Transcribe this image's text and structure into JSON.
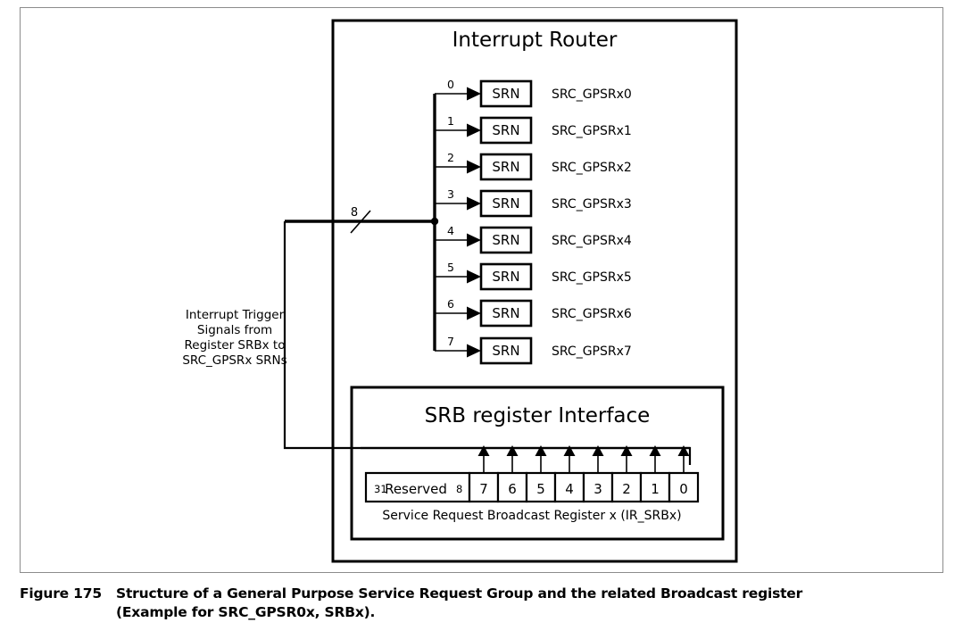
{
  "figure": {
    "caption_label": "Figure 175",
    "caption_line1": "Structure of a General Purpose Service Request Group and the related Broadcast register",
    "caption_line2": "(Example for SRC_GPSR0x, SRBx)."
  },
  "router": {
    "title": "Interrupt Router",
    "srn_box_label": "SRN",
    "bus_width_label": "8",
    "side_note_lines": [
      "Interrupt Trigger",
      "Signals from",
      "Register SRBx to",
      "SRC_GPSRx SRNs"
    ],
    "channels": [
      {
        "index": "0",
        "name": "SRC_GPSRx0"
      },
      {
        "index": "1",
        "name": "SRC_GPSRx1"
      },
      {
        "index": "2",
        "name": "SRC_GPSRx2"
      },
      {
        "index": "3",
        "name": "SRC_GPSRx3"
      },
      {
        "index": "4",
        "name": "SRC_GPSRx4"
      },
      {
        "index": "5",
        "name": "SRC_GPSRx5"
      },
      {
        "index": "6",
        "name": "SRC_GPSRx6"
      },
      {
        "index": "7",
        "name": "SRC_GPSRx7"
      }
    ]
  },
  "srb": {
    "title": "SRB register Interface",
    "register_caption": "Service Request Broadcast Register x (IR_SRBx)",
    "reserved_field": {
      "msb": "31",
      "label": "Reserved",
      "lsb": "8"
    },
    "bit_cells": [
      "7",
      "6",
      "5",
      "4",
      "3",
      "2",
      "1",
      "0"
    ]
  },
  "colors": {
    "ink": "#000000",
    "paper": "#ffffff",
    "frame": "#8c8c8c"
  }
}
